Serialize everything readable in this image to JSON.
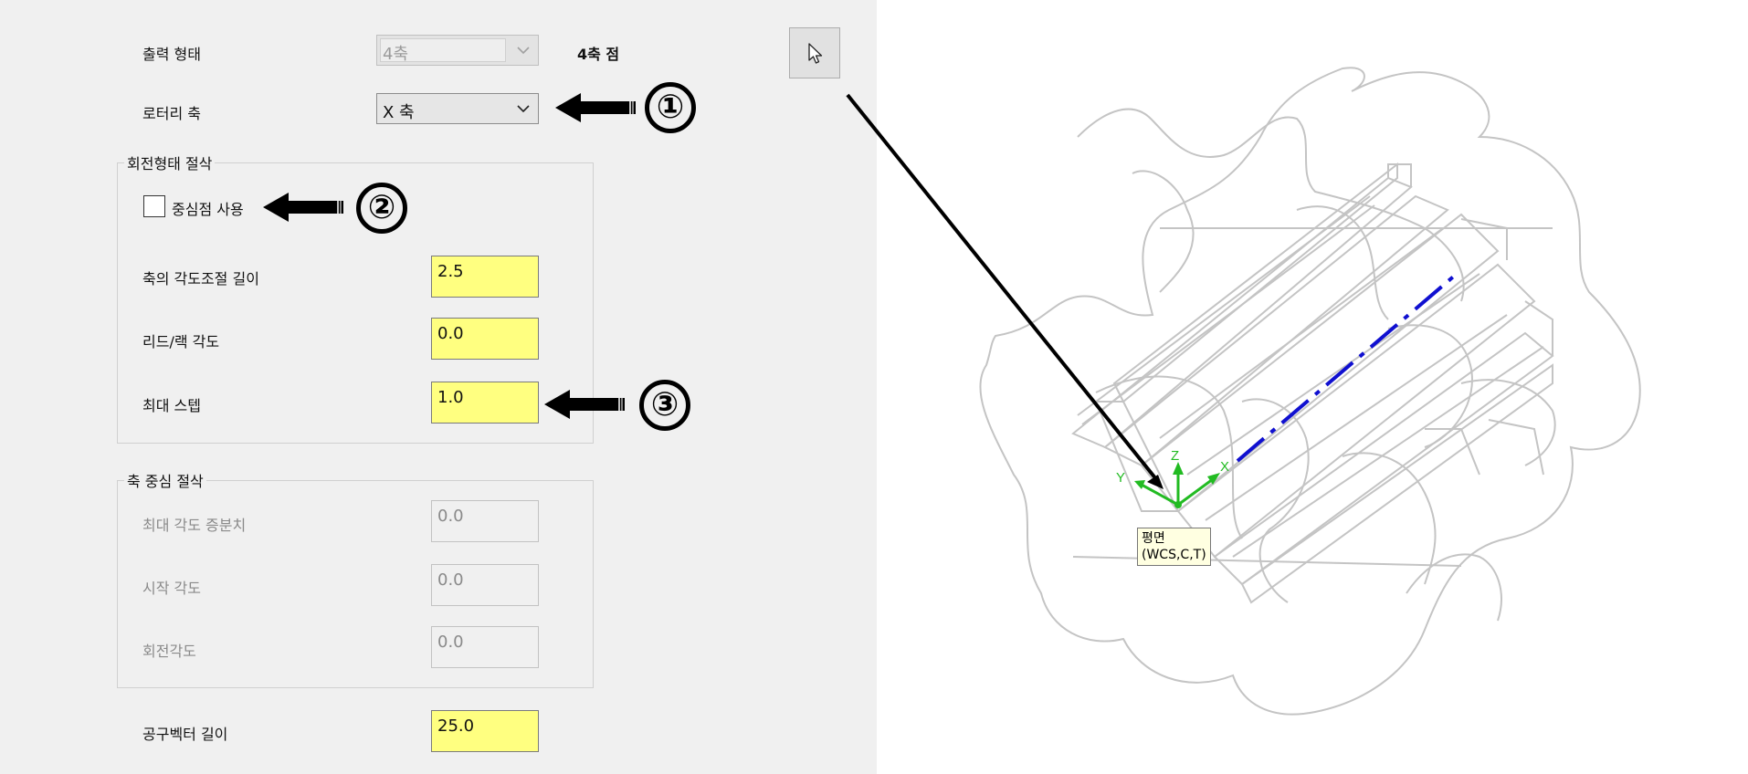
{
  "form": {
    "output_type": {
      "label": "출력 형태",
      "value": "4축",
      "readout": "4축 점"
    },
    "rotary_axis": {
      "label": "로터리 축",
      "value": "X 축"
    },
    "rotary_group": {
      "title": "회전형태 절삭",
      "use_center_point": {
        "label": "중심점 사용",
        "checked": false
      },
      "axis_angle_length": {
        "label": "축의 각도조절 길이",
        "value": "2.5"
      },
      "lead_lag_angle": {
        "label": "리드/랙 각도",
        "value": "0.0"
      },
      "max_step": {
        "label": "최대 스텝",
        "value": "1.0"
      }
    },
    "axis_center_group": {
      "title": "축 중심 절삭",
      "max_angle_increment": {
        "label": "최대 각도 증분치",
        "value": "0.0"
      },
      "start_angle": {
        "label": "시작 각도",
        "value": "0.0"
      },
      "rotation_angle": {
        "label": "회전각도",
        "value": "0.0"
      }
    },
    "tool_vector_length": {
      "label": "공구벡터 길이",
      "value": "25.0"
    }
  },
  "callouts": [
    "①",
    "②",
    "③"
  ],
  "viewport": {
    "triad": {
      "x_label": "X",
      "y_label": "Y",
      "z_label": "Z"
    },
    "tooltip": {
      "line1": "평면",
      "line2": "(WCS,C,T)"
    }
  },
  "colors": {
    "panel_bg": "#f0f0f0",
    "field_highlight": "#ffff80",
    "axis_line": "#1010d0",
    "triad": "#22bb22",
    "wireframe": "#c4c4c4"
  },
  "icons": [
    "chevron-down-icon",
    "cursor-icon",
    "arrow-left-icon",
    "triad-icon"
  ]
}
